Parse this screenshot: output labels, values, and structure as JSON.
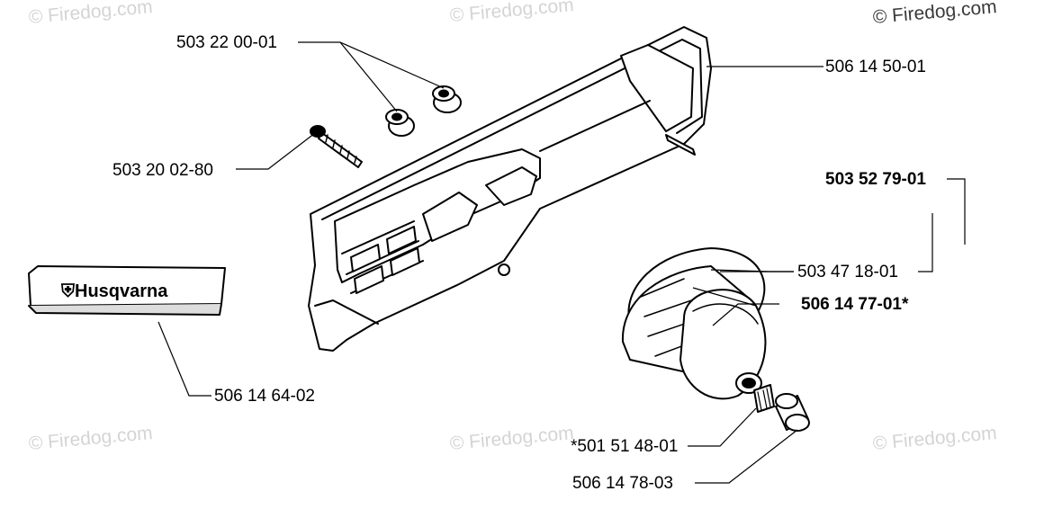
{
  "watermarks": {
    "text_top_left": "© Firedog.com",
    "text_top_center": "© Firedog.com",
    "text_top_right": "© Firedog.com",
    "text_bottom_left": "© Firedog.com",
    "text_bottom_center": "© Firedog.com",
    "text_bottom_right": "© Firedog.com"
  },
  "decal": {
    "logo_text": "Husqvarna",
    "icon": "husqvarna-crown-icon"
  },
  "parts": {
    "p1": "503 22 00-01",
    "p2": "506 14 50-01",
    "p3": "503 20 02-80",
    "p4": "503 52 79-01",
    "p5": "503 47 18-01",
    "p6": "506 14 77-01*",
    "p7": "506 14 64-02",
    "p8": "*501 51 48-01",
    "p9": "506 14 78-03"
  }
}
